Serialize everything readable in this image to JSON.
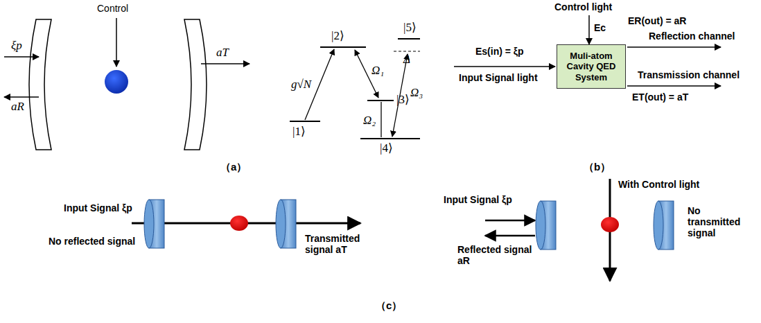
{
  "diagram": {
    "nodes": [
      {
        "text": [
          "Muli-atom Cavity QED System"
        ]
      }
    ],
    "labels": [
      "Control",
      "ξp",
      "aR",
      "aT",
      "|2⟩",
      "g√N",
      "Ω₁",
      "|3⟩",
      "|1⟩",
      "Ω₂",
      "|5⟩",
      "Δ",
      "Ω₃",
      "|4⟩",
      "（a）",
      "Control light",
      "Ec",
      "ER(out) = aR",
      "Reflection channel",
      "Es(in) = ξp",
      "Input Signal light",
      "Transmission channel",
      "ET(out) = aT",
      "（b）",
      "Input Signal ξp",
      "No reflected signal",
      "Transmitted signal aT",
      "With Control light",
      "Input Signal ξp",
      "Reflected signal aR",
      "No transmitted signal",
      "（c）"
    ]
  }
}
